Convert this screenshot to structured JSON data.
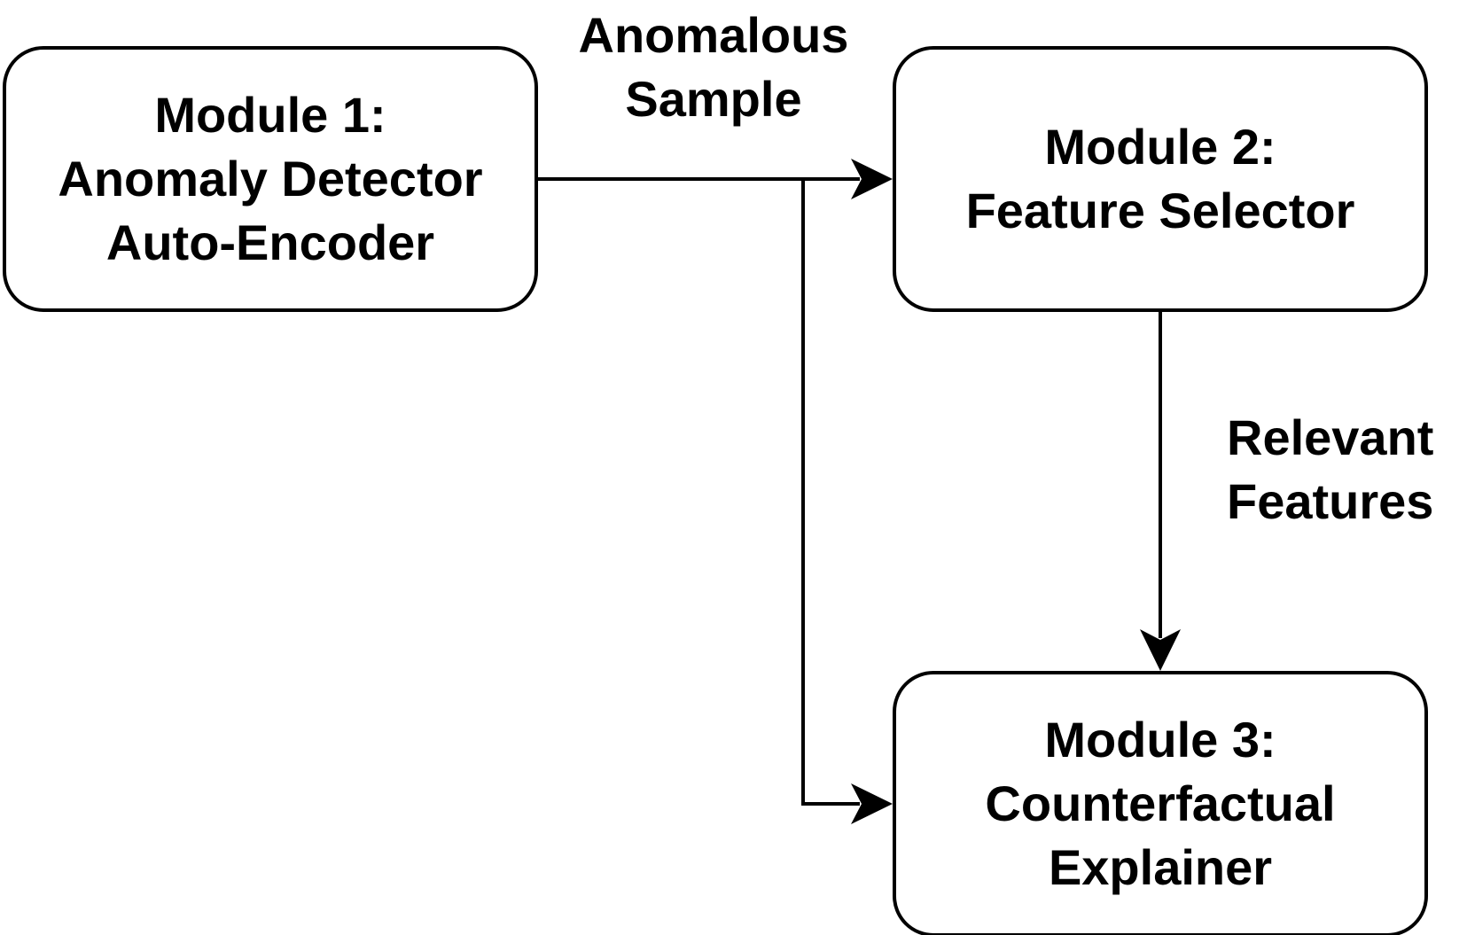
{
  "nodes": {
    "module1": {
      "title": "Module 1:",
      "line2": "Anomaly Detector",
      "line3": "Auto-Encoder"
    },
    "module2": {
      "title": "Module 2:",
      "line2": "Feature Selector"
    },
    "module3": {
      "title": "Module 3:",
      "line2": "Counterfactual",
      "line3": "Explainer"
    }
  },
  "edges": {
    "anomalous_sample": {
      "line1": "Anomalous",
      "line2": "Sample"
    },
    "relevant_features": {
      "line1": "Relevant",
      "line2": "Features"
    }
  },
  "colors": {
    "stroke": "#000000",
    "background": "#ffffff"
  }
}
